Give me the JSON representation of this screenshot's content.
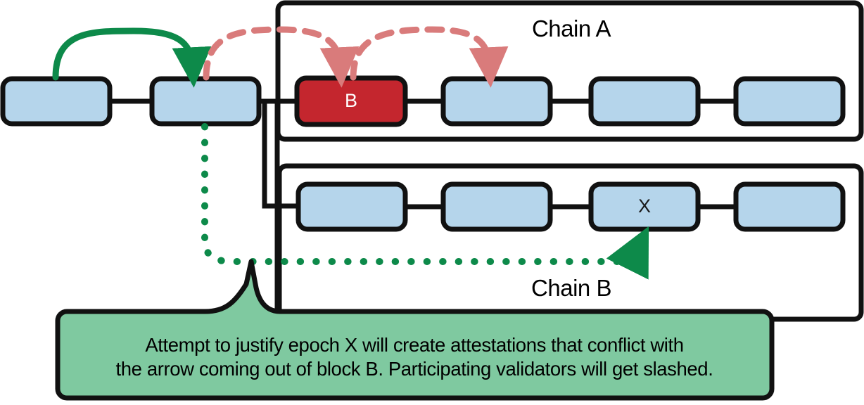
{
  "diagram": {
    "title_labels": {
      "chain_a": "Chain A",
      "chain_b": "Chain B"
    },
    "colors": {
      "block_fill": "#b5d5eb",
      "block_stroke": "#111111",
      "highlight_block_fill": "#c4262e",
      "highlight_block_stroke": "#111111",
      "green_solid_arrow": "#0d8a4a",
      "green_dotted_arrow": "#0d8a4a",
      "red_dashed_arrow": "#d97b7b",
      "callout_fill": "#7fc9a0",
      "callout_stroke": "#111111",
      "background": "#ffffff"
    },
    "canonical_chain": {
      "name": "canonical-prefix",
      "blocks": [
        {
          "id": "prefix-block-1",
          "label": ""
        },
        {
          "id": "prefix-block-2",
          "label": ""
        }
      ]
    },
    "chain_a": {
      "label": "Chain A",
      "blocks": [
        {
          "id": "chain-a-block-b",
          "label": "B",
          "highlighted": true
        },
        {
          "id": "chain-a-block-2",
          "label": "",
          "highlighted": false
        },
        {
          "id": "chain-a-block-3",
          "label": "",
          "highlighted": false
        },
        {
          "id": "chain-a-block-4",
          "label": "",
          "highlighted": false
        }
      ]
    },
    "chain_b": {
      "label": "Chain B",
      "blocks": [
        {
          "id": "chain-b-block-1",
          "label": "",
          "highlighted": false
        },
        {
          "id": "chain-b-block-2",
          "label": "",
          "highlighted": false
        },
        {
          "id": "chain-b-block-x",
          "label": "X",
          "highlighted": false
        },
        {
          "id": "chain-b-block-4",
          "label": "",
          "highlighted": false
        }
      ]
    },
    "arrows": [
      {
        "id": "green-solid-justification-arrow",
        "style": "solid",
        "color": "#0d8a4a",
        "from": "prefix-block-1",
        "to": "prefix-block-2"
      },
      {
        "id": "red-dashed-attestation-arrow-1",
        "style": "dashed",
        "color": "#d97b7b",
        "from": "prefix-block-2",
        "to": "chain-a-block-b"
      },
      {
        "id": "red-dashed-attestation-arrow-2",
        "style": "dashed",
        "color": "#d97b7b",
        "from": "chain-a-block-b",
        "to": "chain-a-block-2"
      },
      {
        "id": "green-dotted-conflicting-arrow",
        "style": "dotted",
        "color": "#0d8a4a",
        "from": "prefix-block-2",
        "to": "chain-b-block-x"
      }
    ],
    "callout": {
      "id": "slashing-warning-callout",
      "lines": [
        "Attempt to justify epoch X will create attestations that conflict with",
        "the arrow coming out of block B. Participating validators will get slashed."
      ]
    }
  }
}
